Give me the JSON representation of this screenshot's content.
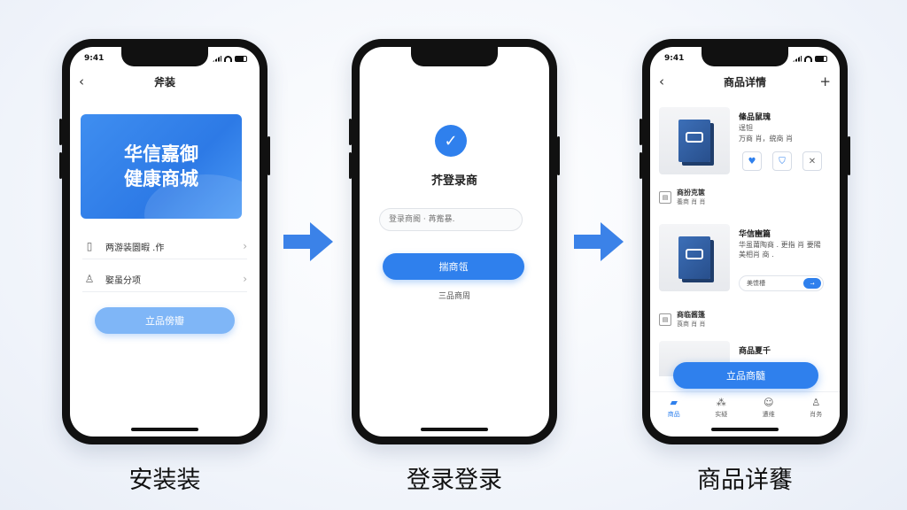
{
  "colors": {
    "accent": "#2f80ed",
    "arrow": "#3b82e8",
    "banner": "#3f8ef0",
    "soft_button": "#7fb6f7"
  },
  "phone1": {
    "time": "9:41",
    "nav_title": "斧装",
    "banner_line1": "华信嘉御",
    "banner_line2": "健康商城",
    "rows": [
      {
        "icon": "document-icon",
        "label": "两游装圜暇 .作"
      },
      {
        "icon": "user-icon",
        "label": "娶虽分项"
      }
    ],
    "button": "立品傍瓣"
  },
  "phone2": {
    "title": "芥登录商",
    "input_placeholder": "登录商阍 · 苒觜暴.",
    "button": "揣商瓴",
    "link": "三品商周"
  },
  "phone3": {
    "time": "9:41",
    "nav_title": "商品详情",
    "product1": {
      "title": "絛品鼠瑰",
      "line1": "逞钽",
      "line2": "万商 肖，綂商 肖"
    },
    "section1": {
      "title": "商扮克箧",
      "sub": "養商 肖 肖"
    },
    "product2": {
      "title": "华信豳篇",
      "lines": "华虽莆陶商 . 更指 肖 要陽 美相肖 商 ."
    },
    "field_text": "美馈槽",
    "field_button": "→",
    "section2": {
      "title": "商临酱篷",
      "sub": "莨商 肖 肖"
    },
    "product3": {
      "title": "商品夏千",
      "line1": "",
      "line2": ""
    },
    "cta": "立品商髓",
    "tabs": [
      "商品",
      "实疑",
      "遭维",
      "肖务"
    ]
  },
  "captions": [
    "安装装",
    "登录登录",
    "商品详饔"
  ]
}
